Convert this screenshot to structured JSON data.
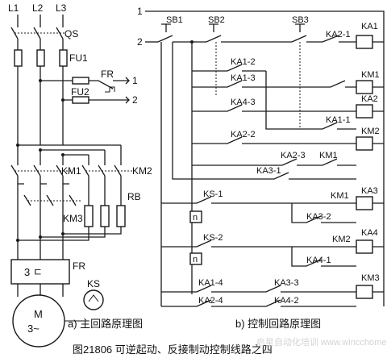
{
  "main_circuit": {
    "phases": [
      "L1",
      "L2",
      "L3"
    ],
    "qs": "QS",
    "fu1": "FU1",
    "fu2": "FU2",
    "fr": "FR",
    "out1": "1",
    "out2": "2",
    "km1": "KM1",
    "km2": "KM2",
    "km3": "KM3",
    "rb": "RB",
    "fr_box": "FR",
    "fr_glyph": "3 ㄷ",
    "ks": "KS",
    "motor_m": "M",
    "motor_3": "3~",
    "caption": "a) 主回路原理图"
  },
  "control_circuit": {
    "n1": "1",
    "n2": "2",
    "sb1": "SB1",
    "sb2": "SB2",
    "sb3": "SB3",
    "ka12_top": "KA2-1",
    "ka1_2": "KA1-2",
    "ka1_3": "KA1-3",
    "ka4_3": "KA4-3",
    "ka1_1": "KA1-1",
    "ka2_2": "KA2-2",
    "ka2_3": "KA2-3",
    "ka3_1": "KA3-1",
    "km1_r": "KM1",
    "ks_1": "KS-1",
    "ks_2": "KS-2",
    "n_sym": "n",
    "km1_r2": "KM1",
    "ka3_2": "KA3-2",
    "km2_r2": "KM2",
    "ka4_1": "KA4-1",
    "ka1_4": "KA1-4",
    "ka3_3": "KA3-3",
    "ka2_4": "KA2-4",
    "ka4_2": "KA4-2",
    "coils": [
      "KA1",
      "KM1",
      "KA2",
      "KM2",
      "KA3",
      "KA4",
      "KM3"
    ],
    "caption": "b) 控制回路原理图"
  },
  "figure_caption": "图21806  可逆起动、反接制动控制线路之四",
  "watermark": "启星自动化培训 www.wincchome"
}
